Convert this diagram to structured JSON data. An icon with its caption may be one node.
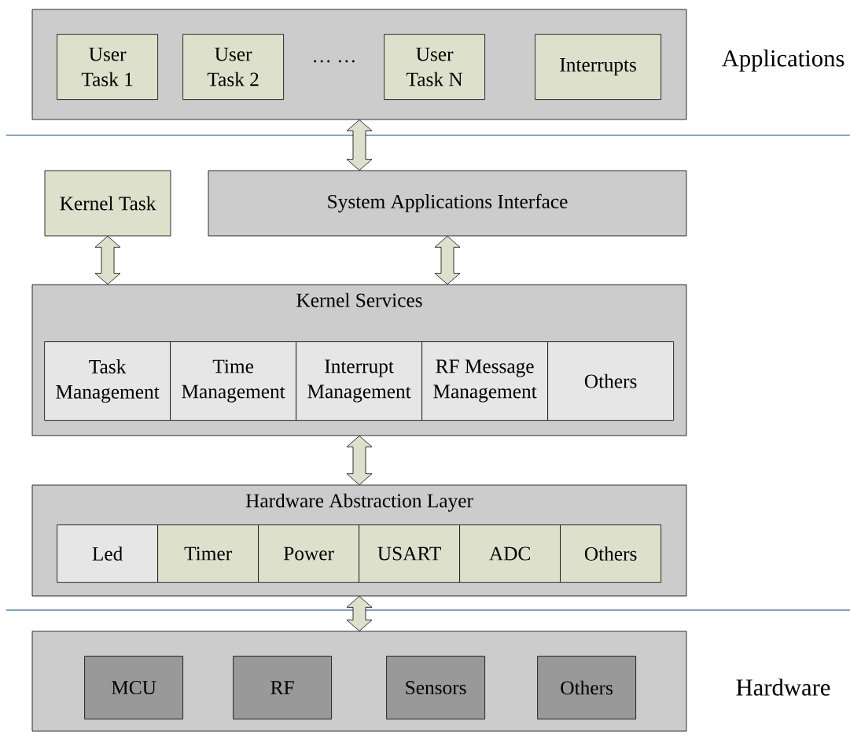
{
  "diagram": {
    "nodes": [
      {
        "text": [],
        "shape": "box"
      },
      {
        "text": [
          "User Task 1"
        ],
        "in": 0
      },
      {
        "text": [
          "User Task 2"
        ],
        "in": 0
      },
      {
        "text": [
          "User Task N"
        ],
        "in": 0
      },
      {
        "text": [
          "Interrupts"
        ],
        "in": 0
      },
      {
        "text": [
          "Kernel Task"
        ]
      },
      {
        "text": [
          "System Applications Interface"
        ]
      },
      {
        "text": [
          "Kernel Services"
        ]
      },
      {
        "text": [
          "Task Management"
        ],
        "in": 7
      },
      {
        "text": [
          "Time Management"
        ],
        "in": 7
      },
      {
        "text": [
          "Interrupt Management"
        ],
        "in": 7
      },
      {
        "text": [
          "RF Message Management"
        ],
        "in": 7
      },
      {
        "text": [
          "Others"
        ],
        "in": 7
      },
      {
        "text": [
          "Hardware Abstraction Layer"
        ]
      },
      {
        "text": [
          "Led"
        ],
        "in": 13
      },
      {
        "text": [
          "Timer"
        ],
        "in": 13
      },
      {
        "text": [
          "Power"
        ],
        "in": 13
      },
      {
        "text": [
          "USART"
        ],
        "in": 13
      },
      {
        "text": [
          "ADC"
        ],
        "in": 13
      },
      {
        "text": [
          "Others"
        ],
        "in": 13
      },
      {
        "text": [],
        "shape": "box"
      },
      {
        "text": [
          "MCU"
        ],
        "in": 20
      },
      {
        "text": [
          "RF"
        ],
        "in": 20
      },
      {
        "text": [
          "Sensors"
        ],
        "in": 20
      },
      {
        "text": [
          "Others"
        ],
        "in": 20
      }
    ],
    "edges": [
      {
        "from": 0,
        "to": 6,
        "arrow": "both"
      },
      {
        "from": 5,
        "to": 7,
        "arrow": "both"
      },
      {
        "from": 6,
        "to": 7,
        "arrow": "both"
      },
      {
        "from": 7,
        "to": 13,
        "arrow": "both"
      },
      {
        "from": 13,
        "to": 20,
        "arrow": "both"
      }
    ],
    "labels": [
      "… …",
      "Applications",
      "Hardware"
    ]
  }
}
